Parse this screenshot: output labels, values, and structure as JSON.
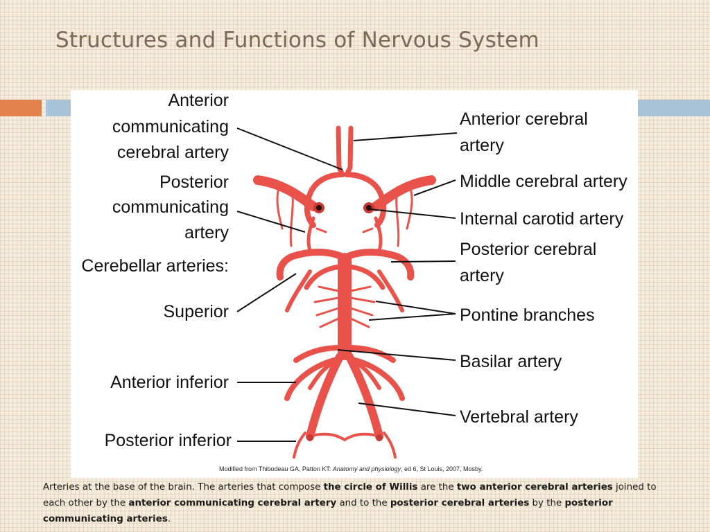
{
  "slide": {
    "title": "Structures and Functions of Nervous System"
  },
  "figure": {
    "labels_left": {
      "acom_1": "Anterior",
      "acom_2": "communicating",
      "acom_3": "cerebral artery",
      "pcom_1": "Posterior",
      "pcom_2": "communicating",
      "pcom_3": "artery",
      "cerebellar": "Cerebellar arteries:",
      "superior": "Superior",
      "anterior_inferior": "Anterior inferior",
      "posterior_inferior": "Posterior inferior"
    },
    "labels_right": {
      "aca_1": "Anterior cerebral",
      "aca_2": "artery",
      "mca": "Middle cerebral artery",
      "ica": "Internal carotid artery",
      "pca_1": "Posterior cerebral",
      "pca_2": "artery",
      "pontine": "Pontine branches",
      "basilar": "Basilar artery",
      "vertebral": "Vertebral artery"
    },
    "credit_prefix": "Modified from Thibodeau GA, Patton KT: ",
    "credit_italic": "Anatomy and physiology",
    "credit_suffix": ", ed 6, St Louis, 2007, Mosby."
  },
  "caption": {
    "t1": "Arteries at the base of the brain. The arteries that compose ",
    "b1": "the circle of Willis",
    "t2": " are the ",
    "b2": "two anterior cerebral arteries",
    "t3": " joined to each other by the ",
    "b3": "anterior communicating cerebral artery",
    "t4": " and to the ",
    "b4": "posterior cerebral arteries",
    "t5": " by the ",
    "b5": "posterior communicating arteries",
    "t6": "."
  },
  "colors": {
    "artery": "#e8524a",
    "accent_orange": "#e0824a",
    "accent_blue": "#a9c3d9",
    "title": "#7a6a58"
  }
}
